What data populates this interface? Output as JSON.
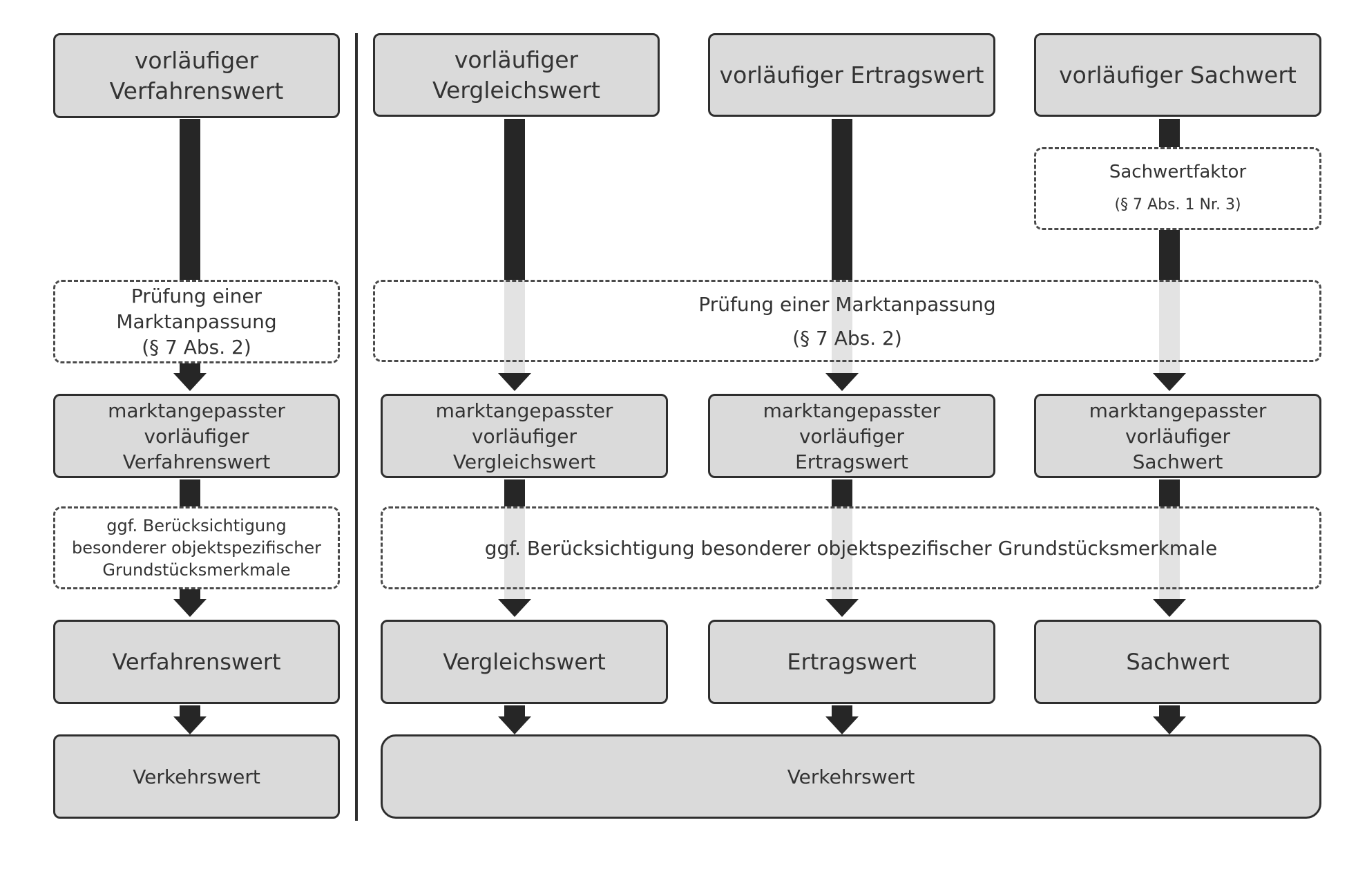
{
  "left": {
    "provisional": "vorläufiger\nVerfahrenswert",
    "check": "Prüfung einer\nMarktanpassung\n(§ 7 Abs. 2)",
    "adjusted": "marktangepasster vorläufiger\nVerfahrenswert",
    "features": "ggf. Berücksichtigung\nbesonderer objektspezifischer\nGrundstücksmerkmale",
    "result": "Verfahrenswert",
    "market_value": "Verkehrswert"
  },
  "right": {
    "columns": [
      {
        "provisional": "vorläufiger\nVergleichswert",
        "adjusted": "marktangepasster vorläufiger\nVergleichswert",
        "result": "Vergleichswert"
      },
      {
        "provisional": "vorläufiger Ertragswert",
        "adjusted": "marktangepasster vorläufiger\nErtragswert",
        "result": "Ertragswert"
      },
      {
        "provisional": "vorläufiger Sachwert",
        "adjusted": "marktangepasster vorläufiger\nSachwert",
        "result": "Sachwert"
      }
    ],
    "factor": {
      "label": "Sachwertfaktor",
      "ref": "(§ 7 Abs. 1 Nr. 3)"
    },
    "check": {
      "label": "Prüfung einer Marktanpassung",
      "ref": "(§ 7 Abs. 2)"
    },
    "features": "ggf. Berücksichtigung besonderer objektspezifischer Grundstücksmerkmale",
    "market_value": "Verkehrswert"
  }
}
